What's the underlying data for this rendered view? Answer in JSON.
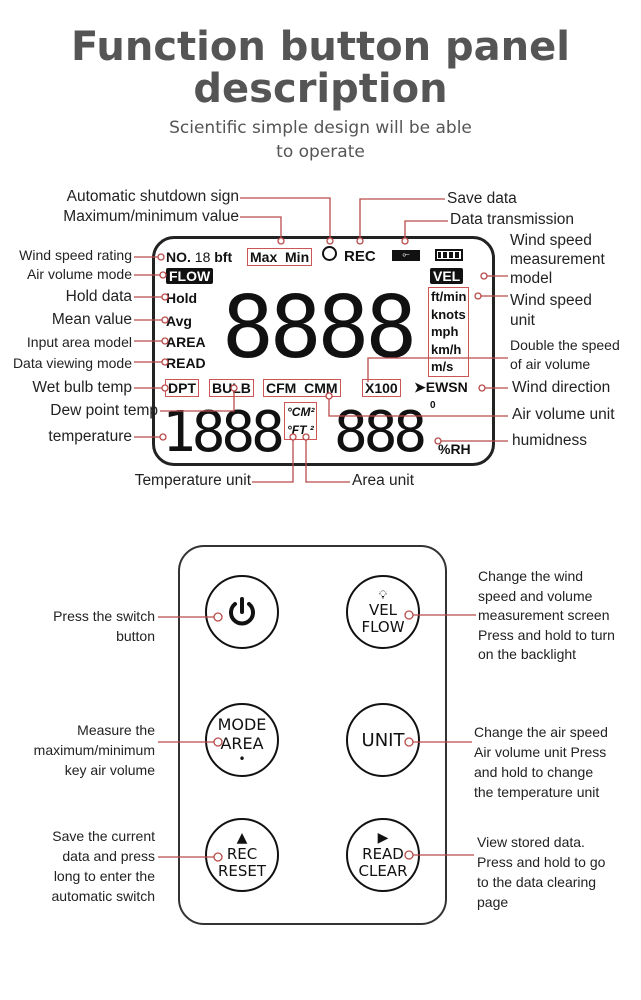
{
  "header": {
    "title_line1": "Function button panel",
    "title_line2": "description",
    "subtitle_line1": "Scientific simple design will be able",
    "subtitle_line2": "to operate"
  },
  "lcd": {
    "no": "NO.",
    "rating_digit": "18",
    "bft": "bft",
    "max": "Max",
    "min": "Min",
    "rec": "REC",
    "flow": "FLOW",
    "vel": "VEL",
    "hold": "Hold",
    "avg": "Avg",
    "area": "AREA",
    "read": "READ",
    "main_digits": "8888",
    "units": [
      "ft/min",
      "knots",
      "mph",
      "km/h",
      "m/s"
    ],
    "dpt": "DPT",
    "bulb": "BULB",
    "cfm": "CFM",
    "cmm": "CMM",
    "x100": "X100",
    "direction": "EWSN",
    "temp_digits": "1888",
    "temp_unit_c": "°CM²",
    "temp_unit_f": "°FT ²",
    "hum_digits": "888",
    "degree": "0",
    "rh": "%RH",
    "icons": [
      "clock-icon",
      "usb-icon",
      "battery-icon",
      "arrow-icon"
    ]
  },
  "annotations": {
    "shutdown": "Automatic shutdown sign",
    "maxmin": "Maximum/minimum value",
    "save": "Save data",
    "transmission": "Data transmission",
    "rating": "Wind speed rating",
    "air_mode": "Air volume mode",
    "hold": "Hold data",
    "mean": "Mean value",
    "input_area": "Input area model",
    "viewing": "Data viewing mode",
    "wet_bulb": "Wet bulb temp",
    "dew": "Dew point temp",
    "temperature": "temperature",
    "model": [
      "Wind speed",
      "measurement",
      "model"
    ],
    "unit": [
      "Wind speed",
      "unit"
    ],
    "double": [
      "Double the speed",
      "of air volume"
    ],
    "direction": "Wind direction",
    "air_unit": "Air volume unit",
    "humidness": "humidness",
    "temp_unit": "Temperature unit",
    "area_unit": "Area unit"
  },
  "buttons": {
    "power": {
      "icon": "power-icon"
    },
    "vel_flow": {
      "l1": "VEL",
      "l2": "FLOW",
      "icon": "lightbulb-icon"
    },
    "mode_area": {
      "l1": "MODE",
      "l2": "AREA",
      "dot": "•"
    },
    "unit": {
      "l1": "UNIT"
    },
    "rec_reset": {
      "l1": "REC",
      "l2": "RESET",
      "icon": "▲"
    },
    "read_clear": {
      "l1": "READ",
      "l2": "CLEAR",
      "icon": "▶"
    }
  },
  "descriptions": {
    "power": [
      "Press the switch",
      "button"
    ],
    "mode": [
      "Measure the",
      "maximum/minimum",
      "key air volume"
    ],
    "rec": [
      "Save the current",
      "data and press",
      "long to enter the",
      "automatic switch"
    ],
    "vel": [
      "Change the wind",
      "speed and volume",
      "measurement screen",
      "Press and hold to turn",
      "on the backlight"
    ],
    "unit": [
      "Change the air speed",
      "Air volume unit Press",
      "and hold to change",
      "the temperature unit"
    ],
    "read": [
      "View stored data.",
      "Press and hold to go",
      "to the data clearing",
      "page"
    ]
  },
  "colors": {
    "leader": "#b94a4a",
    "text": "#222222",
    "title": "#555555"
  }
}
